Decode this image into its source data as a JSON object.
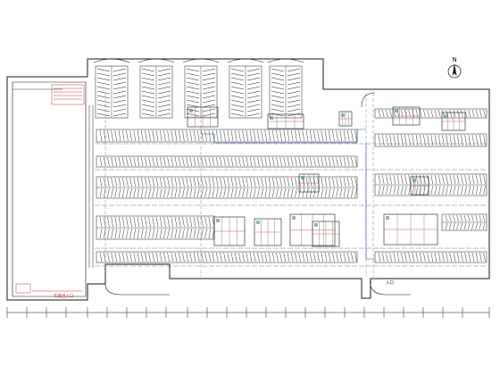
{
  "drawing": {
    "compass_label": "N",
    "colors": {
      "line": "#1a1a1a",
      "fine": "#555555",
      "accent_red": "#c0392b",
      "accent_green": "#2e8b57",
      "accent_blue": "#1f4e9e",
      "background": "#ffffff"
    },
    "bottom_ramp_label": "车库出入口",
    "right_corner_label": "入口"
  }
}
